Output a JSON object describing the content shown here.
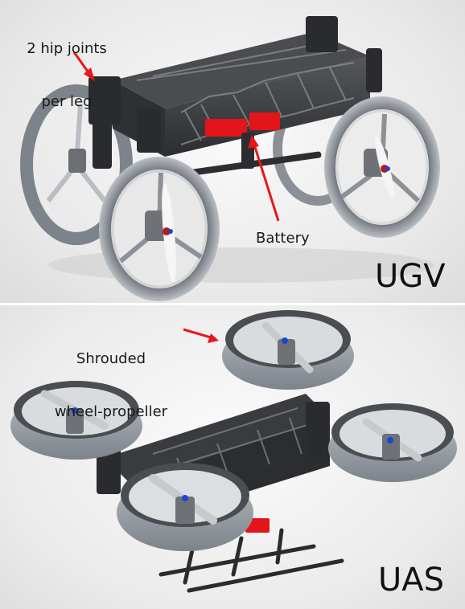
{
  "top_panel": {
    "mode_label": "UGV",
    "hip_annotation_line1": "2 hip joints",
    "hip_annotation_line2": "per leg",
    "battery_label": "Battery"
  },
  "bottom_panel": {
    "mode_label": "UAS",
    "propeller_annotation_line1": "Shrouded",
    "propeller_annotation_line2": "wheel-propeller"
  },
  "colors": {
    "annotation_arrow": "#e8161b",
    "battery": "#e3151a",
    "carbon_frame": "#3a3b3e",
    "wheel_shroud": "#9aa0a6"
  }
}
